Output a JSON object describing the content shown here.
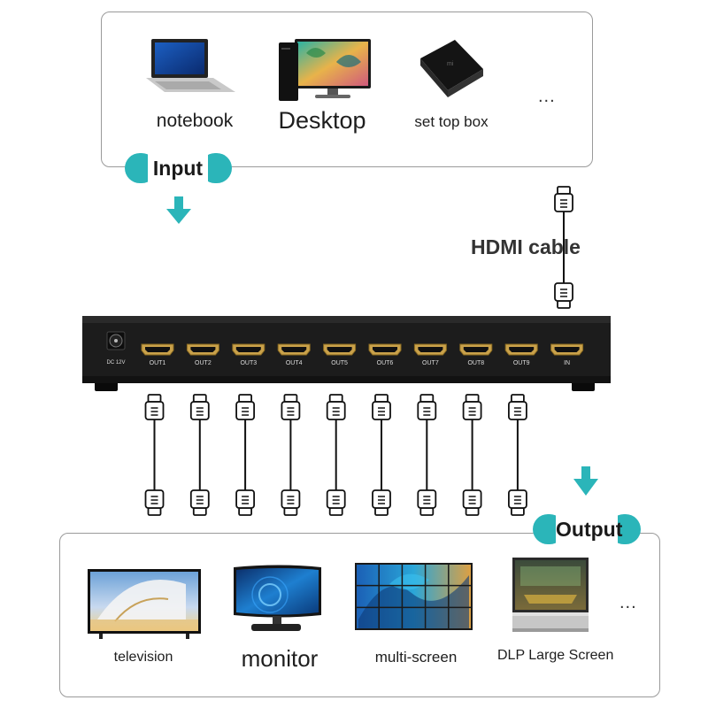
{
  "input_section": {
    "pill_label": "Input",
    "devices": [
      {
        "label": "notebook",
        "icon": "notebook-image"
      },
      {
        "label": "Desktop",
        "icon": "desktop-image"
      },
      {
        "label": "set top box",
        "icon": "set-top-box-image"
      }
    ],
    "more": "..."
  },
  "cable_label": "HDMI cable",
  "splitter": {
    "power_label": "DC 12V",
    "ports": [
      "OUT1",
      "OUT2",
      "OUT3",
      "OUT4",
      "OUT5",
      "OUT6",
      "OUT7",
      "OUT8",
      "OUT9",
      "IN"
    ]
  },
  "output_section": {
    "pill_label": "Output",
    "devices": [
      {
        "label": "television",
        "icon": "television-image"
      },
      {
        "label": "monitor",
        "icon": "monitor-image"
      },
      {
        "label": "multi-screen",
        "icon": "multi-screen-image"
      },
      {
        "label": "DLP Large Screen",
        "icon": "dlp-large-screen-image"
      }
    ],
    "more": "..."
  },
  "colors": {
    "accent": "#2bb5b9",
    "device_body": "#1c1c1c",
    "port_gold": "#c9a14a",
    "panel_border": "#9a9a9a"
  }
}
